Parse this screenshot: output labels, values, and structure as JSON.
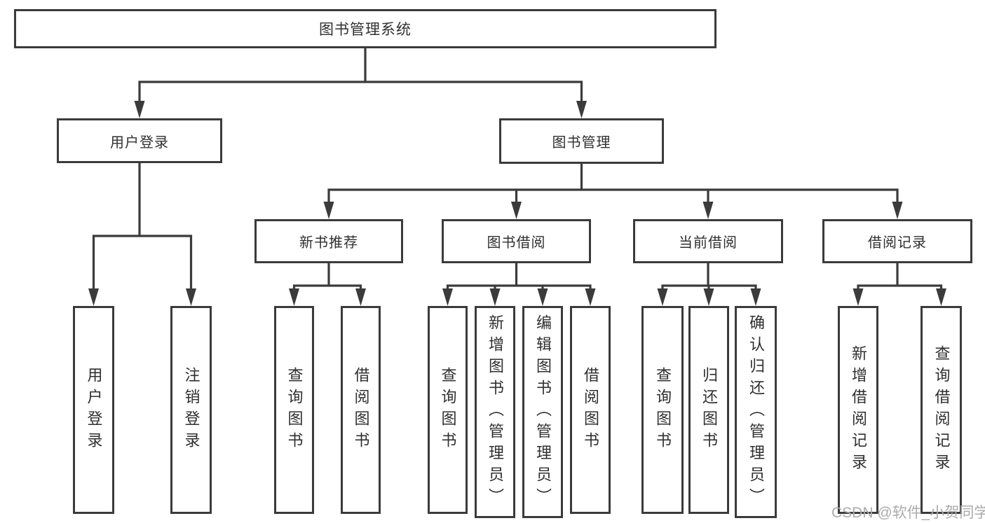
{
  "diagram": {
    "root_label": "图书管理系统",
    "level2": [
      {
        "label": "用户登录"
      },
      {
        "label": "图书管理"
      }
    ],
    "level3": [
      {
        "label": "新书推荐"
      },
      {
        "label": "图书借阅"
      },
      {
        "label": "当前借阅"
      },
      {
        "label": "借阅记录"
      }
    ],
    "leaves": {
      "user": [
        {
          "label": "用户登录"
        },
        {
          "label": "注销登录"
        }
      ],
      "recommend": [
        {
          "label": "查询图书"
        },
        {
          "label": "借阅图书"
        }
      ],
      "borrow": [
        {
          "label": "查询图书"
        },
        {
          "label": "新增图书（管理员）"
        },
        {
          "label": "编辑图书（管理员）"
        },
        {
          "label": "借阅图书"
        }
      ],
      "current": [
        {
          "label": "查询图书"
        },
        {
          "label": "归还图书"
        },
        {
          "label": "确认归还（管理员）"
        }
      ],
      "records": [
        {
          "label": "新增借阅记录"
        },
        {
          "label": "查询借阅记录"
        }
      ]
    },
    "watermark": "CSDN @软件_小贺同学",
    "colors": {
      "line": "#3b3b3b",
      "text": "#2f2f2f",
      "box_bg": "#ffffff",
      "watermark": "#ababaf"
    }
  }
}
